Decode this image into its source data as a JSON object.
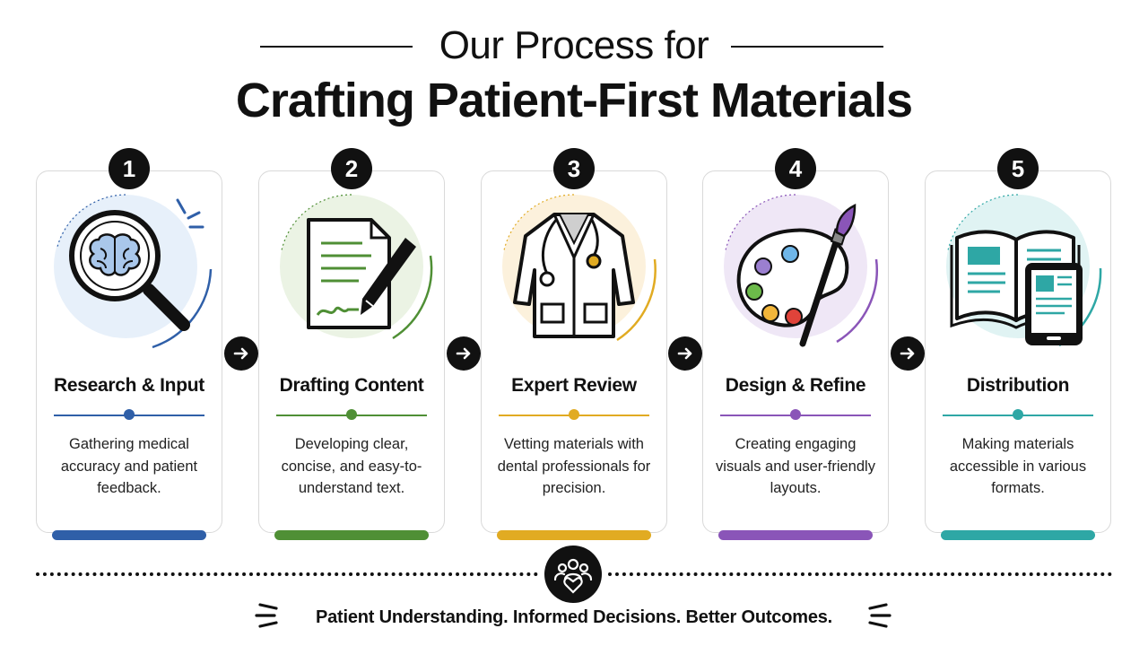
{
  "header": {
    "line1": "Our Process for",
    "line2": "Crafting Patient-First Materials"
  },
  "steps": [
    {
      "number": "1",
      "title": "Research & Input",
      "description": "Gathering medical accuracy and patient feedback.",
      "icon": "magnifying-glass-brain-icon",
      "color": "#2f5fa8",
      "tint": "#e7f0fa"
    },
    {
      "number": "2",
      "title": "Drafting Content",
      "description": "Developing clear, concise, and easy-to-understand text.",
      "icon": "document-pen-icon",
      "color": "#4f8f35",
      "tint": "#ebf3e4"
    },
    {
      "number": "3",
      "title": "Expert Review",
      "description": "Vetting materials with dental professionals for precision.",
      "icon": "lab-coat-stethoscope-icon",
      "color": "#e1ab22",
      "tint": "#fcf1dc"
    },
    {
      "number": "4",
      "title": "Design & Refine",
      "description": "Creating engaging visuals and user-friendly layouts.",
      "icon": "palette-brush-icon",
      "color": "#8a55b8",
      "tint": "#efe7f6"
    },
    {
      "number": "5",
      "title": "Distribution",
      "description": "Making materials accessible in various formats.",
      "icon": "book-tablet-icon",
      "color": "#2ea7a5",
      "tint": "#e0f3f3"
    }
  ],
  "footer": {
    "tagline": "Patient Understanding. Informed Decisions. Better Outcomes.",
    "icon": "community-heart-icon"
  }
}
